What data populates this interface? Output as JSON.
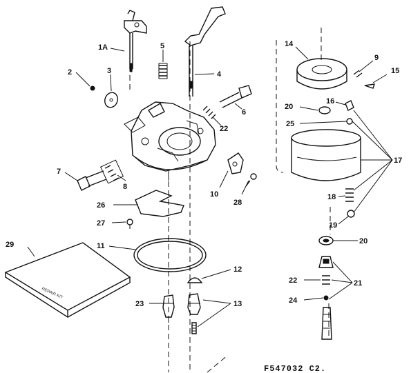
{
  "figure_code": "F547032 C2.",
  "kit_label": "REPAIR KIT",
  "labels": {
    "p1a": "1A",
    "p2": "2",
    "p3": "3",
    "p4": "4",
    "p5": "5",
    "p6": "6",
    "p7": "7",
    "p8": "8",
    "p9": "9",
    "p10": "10",
    "p11": "11",
    "p12": "12",
    "p13": "13",
    "p14": "14",
    "p15": "15",
    "p16": "16",
    "p17": "17",
    "p18": "18",
    "p19": "19",
    "p20a": "20",
    "p20b": "20",
    "p21": "21",
    "p22a": "22",
    "p22b": "22",
    "p23": "23",
    "p24": "24",
    "p25": "25",
    "p26": "26",
    "p27": "27",
    "p28": "28",
    "p29": "29"
  }
}
